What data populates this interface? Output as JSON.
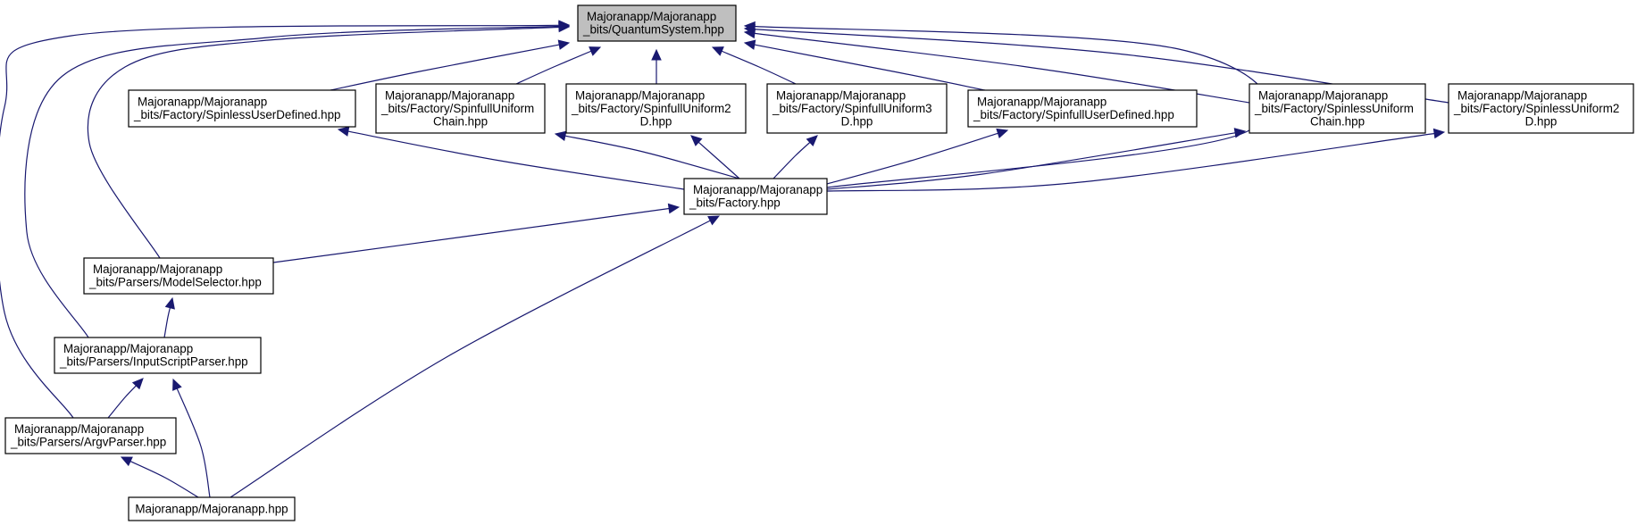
{
  "nodes": [
    {
      "id": "qs",
      "lines": [
        "Majoranapp/Majoranapp",
        "_bits/QuantumSystem.hpp"
      ],
      "root": true
    },
    {
      "id": "sud",
      "lines": [
        "Majoranapp/Majoranapp",
        "_bits/Factory/SpinlessUserDefined.hpp"
      ]
    },
    {
      "id": "sfc",
      "lines": [
        "Majoranapp/Majoranapp",
        "_bits/Factory/SpinfullUniform",
        "Chain.hpp"
      ]
    },
    {
      "id": "sf2",
      "lines": [
        "Majoranapp/Majoranapp",
        "_bits/Factory/SpinfullUniform2",
        "D.hpp"
      ]
    },
    {
      "id": "sf3",
      "lines": [
        "Majoranapp/Majoranapp",
        "_bits/Factory/SpinfullUniform3",
        "D.hpp"
      ]
    },
    {
      "id": "sfu",
      "lines": [
        "Majoranapp/Majoranapp",
        "_bits/Factory/SpinfullUserDefined.hpp"
      ]
    },
    {
      "id": "slc",
      "lines": [
        "Majoranapp/Majoranapp",
        "_bits/Factory/SpinlessUniform",
        "Chain.hpp"
      ]
    },
    {
      "id": "sl2",
      "lines": [
        "Majoranapp/Majoranapp",
        "_bits/Factory/SpinlessUniform2",
        "D.hpp"
      ]
    },
    {
      "id": "fac",
      "lines": [
        "Majoranapp/Majoranapp",
        "_bits/Factory.hpp"
      ]
    },
    {
      "id": "ms",
      "lines": [
        "Majoranapp/Majoranapp",
        "_bits/Parsers/ModelSelector.hpp"
      ]
    },
    {
      "id": "isp",
      "lines": [
        "Majoranapp/Majoranapp",
        "_bits/Parsers/InputScriptParser.hpp"
      ]
    },
    {
      "id": "ap",
      "lines": [
        "Majoranapp/Majoranapp",
        "_bits/Parsers/ArgvParser.hpp"
      ]
    },
    {
      "id": "mj",
      "lines": [
        "Majoranapp/Majoranapp.hpp"
      ]
    }
  ],
  "edges": [
    {
      "from": "sud",
      "to": "qs"
    },
    {
      "from": "sfc",
      "to": "qs"
    },
    {
      "from": "sf2",
      "to": "qs"
    },
    {
      "from": "sf3",
      "to": "qs"
    },
    {
      "from": "sfu",
      "to": "qs"
    },
    {
      "from": "slc",
      "to": "qs"
    },
    {
      "from": "sl2",
      "to": "qs"
    },
    {
      "from": "fac",
      "to": "qs"
    },
    {
      "from": "ms",
      "to": "qs"
    },
    {
      "from": "isp",
      "to": "qs"
    },
    {
      "from": "ap",
      "to": "qs"
    },
    {
      "from": "fac",
      "to": "sud"
    },
    {
      "from": "fac",
      "to": "sfc"
    },
    {
      "from": "fac",
      "to": "sf2"
    },
    {
      "from": "fac",
      "to": "sf3"
    },
    {
      "from": "fac",
      "to": "sfu"
    },
    {
      "from": "fac",
      "to": "slc"
    },
    {
      "from": "fac",
      "to": "sl2"
    },
    {
      "from": "ms",
      "to": "fac"
    },
    {
      "from": "mj",
      "to": "fac"
    },
    {
      "from": "isp",
      "to": "ms"
    },
    {
      "from": "ap",
      "to": "isp"
    },
    {
      "from": "mj",
      "to": "isp"
    },
    {
      "from": "mj",
      "to": "ap"
    }
  ]
}
